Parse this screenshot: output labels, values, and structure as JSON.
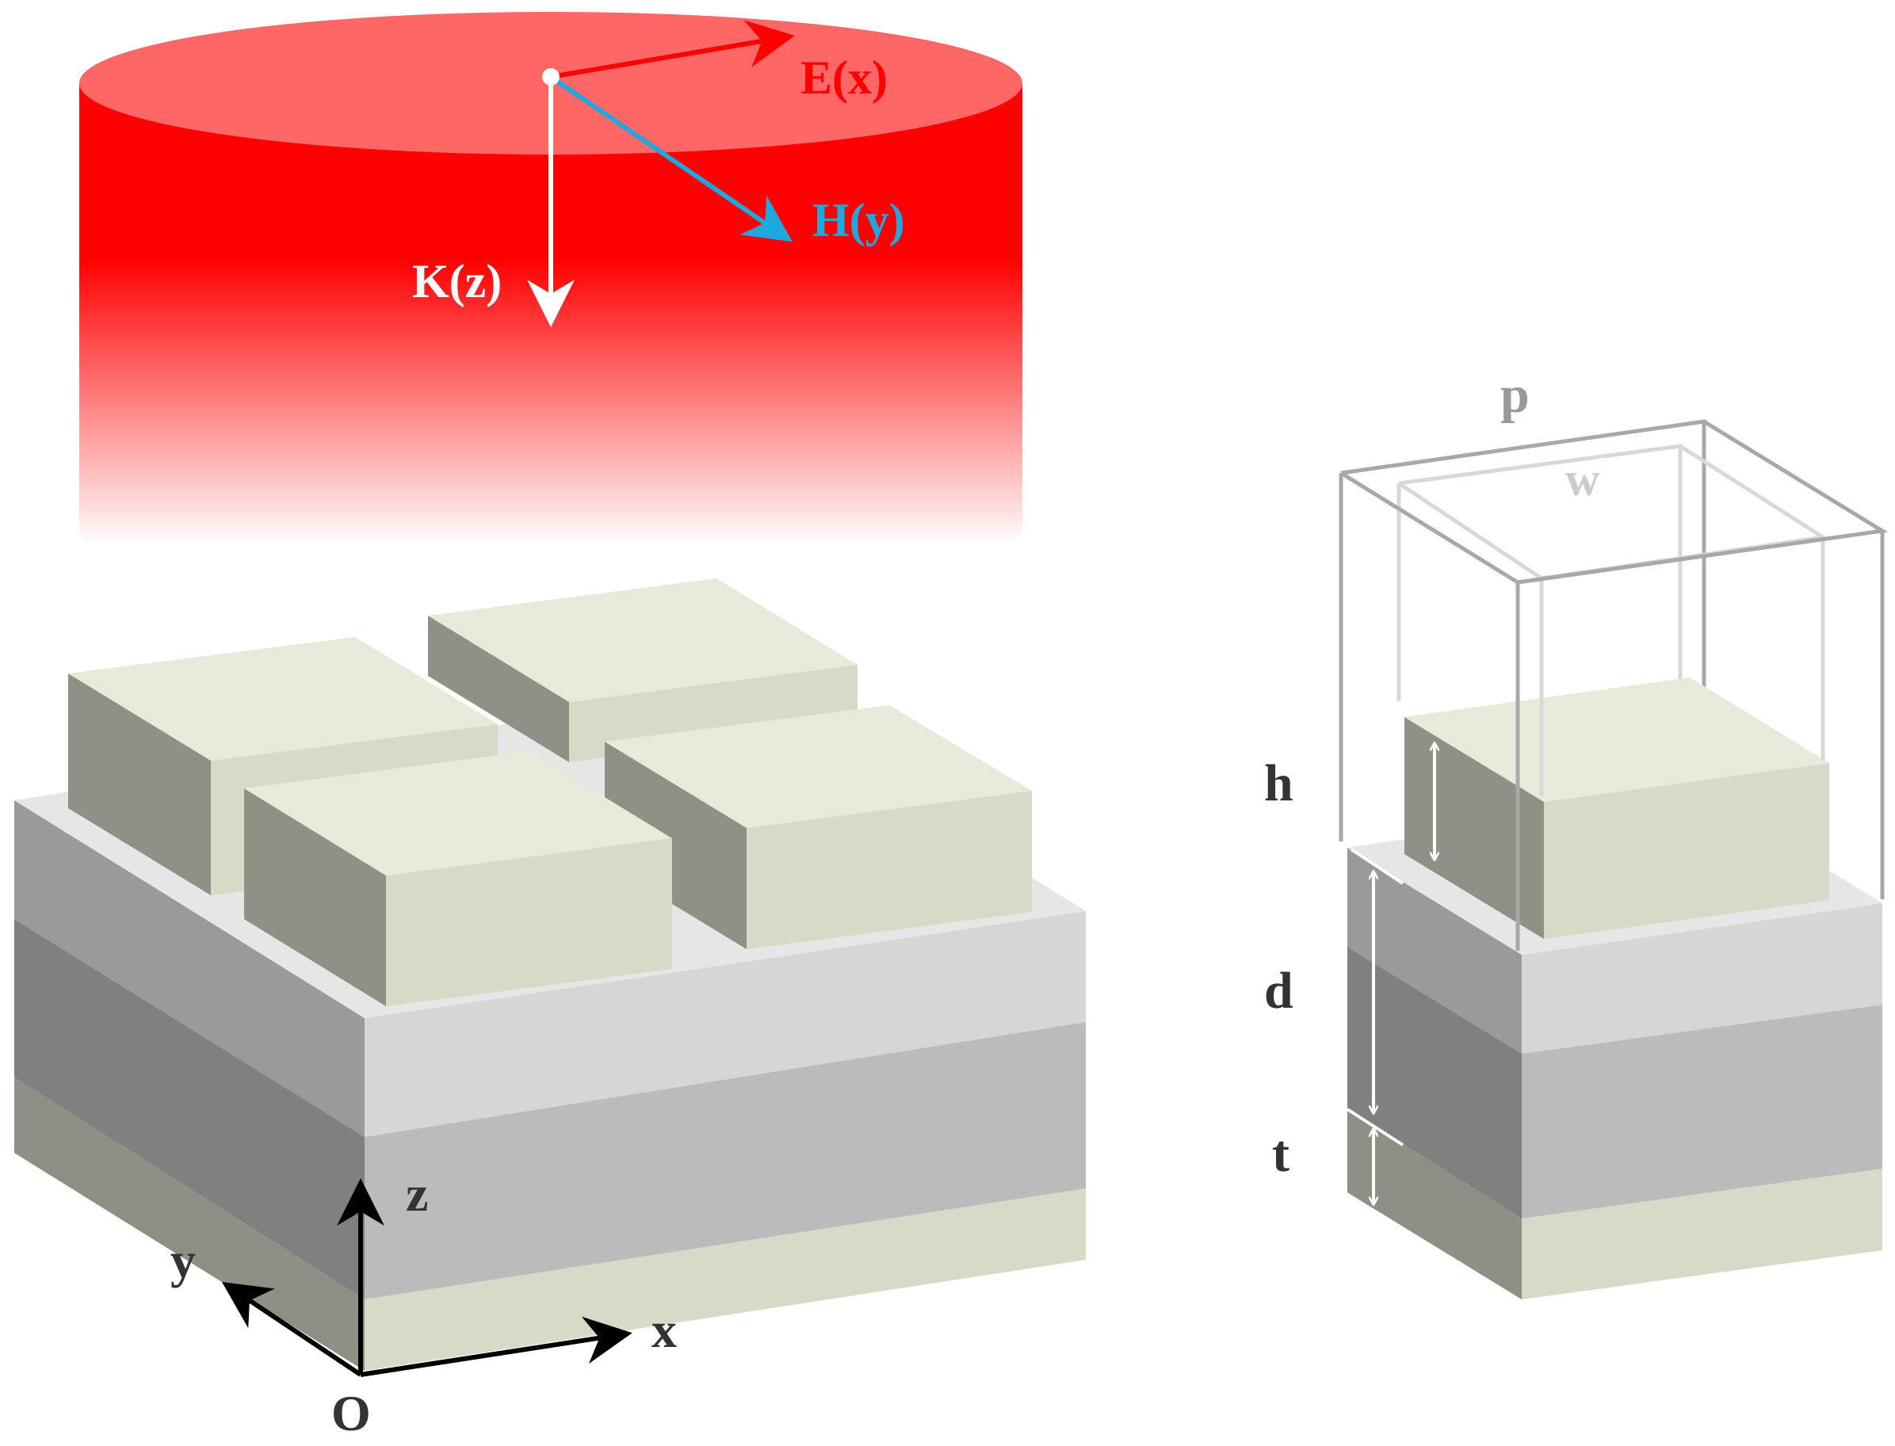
{
  "beam": {
    "e_label": "E(x)",
    "h_label": "H(y)",
    "k_label": "K(z)",
    "colors": {
      "beam": "#ff0000",
      "beam_top": "#ff6666",
      "e_arrow": "#ff0000",
      "h_arrow": "#1ea8e0",
      "k_arrow": "#ffffff"
    }
  },
  "axes": {
    "x_label": "x",
    "y_label": "y",
    "z_label": "z",
    "origin_label": "O"
  },
  "unit_cell": {
    "p_label": "p",
    "w_label": "w",
    "h_label": "h",
    "d_label": "d",
    "t_label": "t"
  },
  "colors": {
    "block_top": "#e8e9d9",
    "block_front": "#d8d9c6",
    "block_side": "#909087",
    "label_dark": "#333333",
    "label_gray": "#999999"
  }
}
